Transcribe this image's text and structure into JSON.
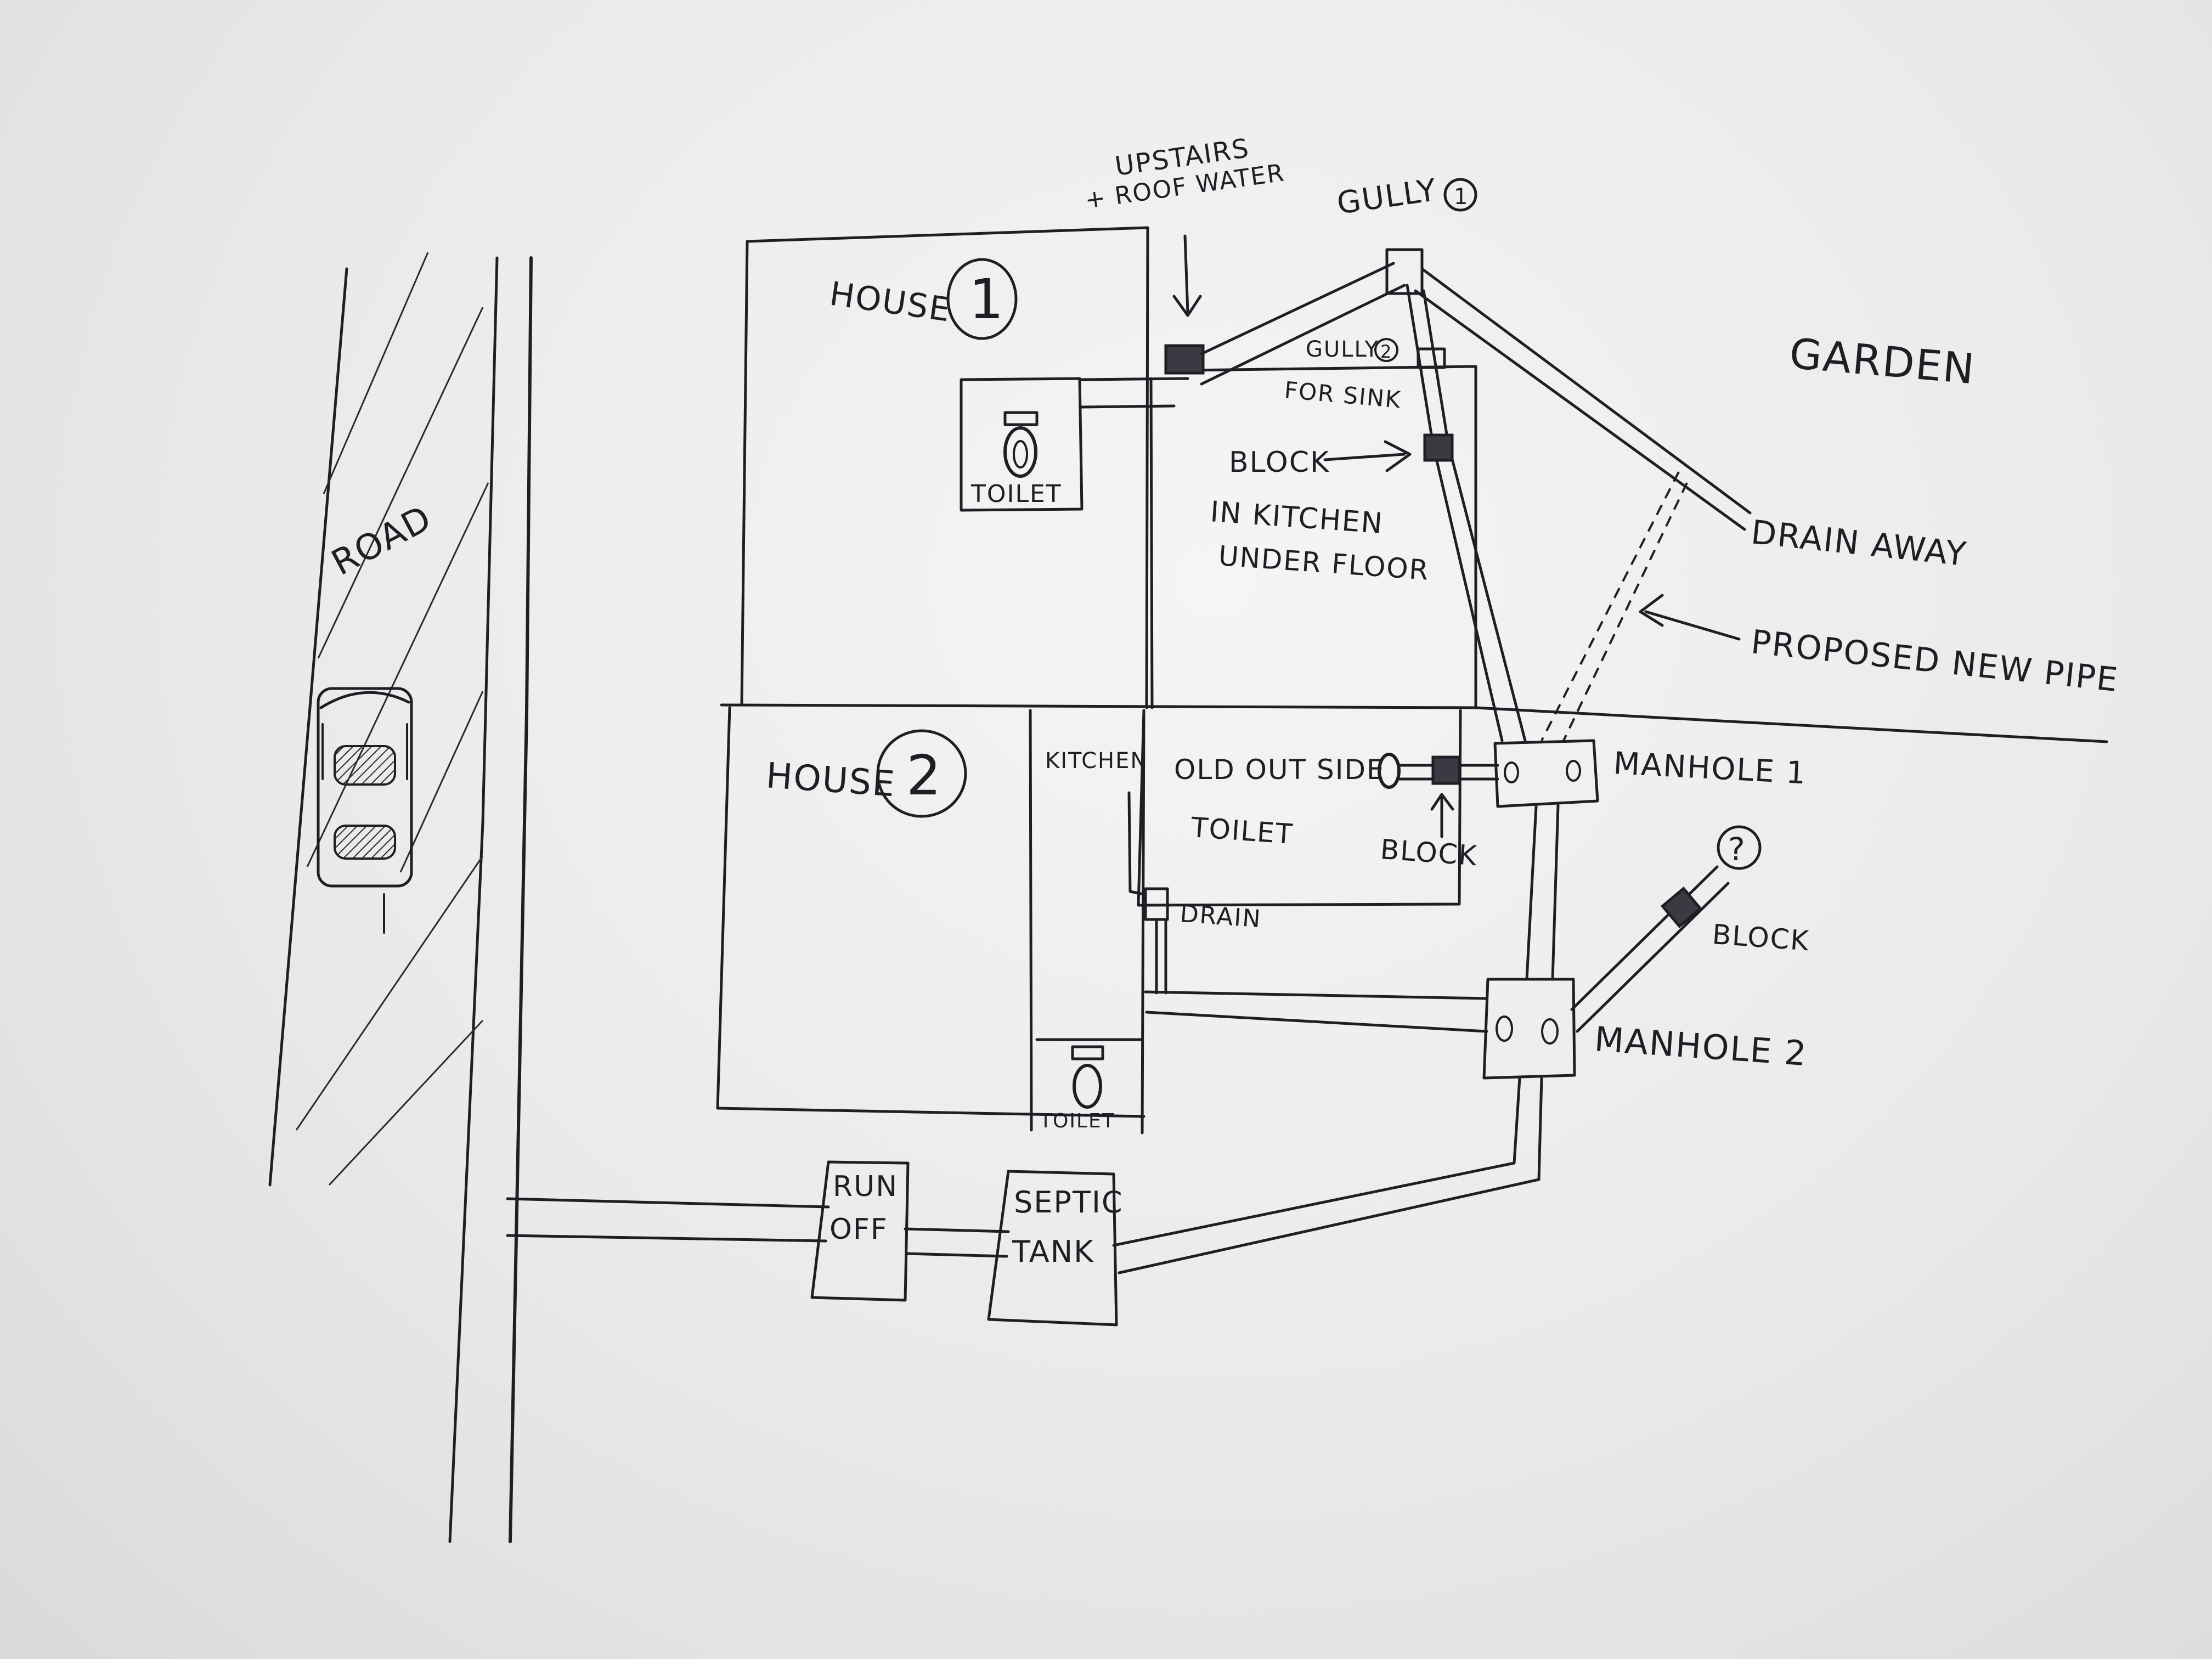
{
  "labels": {
    "upstairs_line1": "UPSTAIRS",
    "upstairs_line2": "+ ROOF WATER",
    "gully1": "GULLY",
    "gully1_num": "1",
    "garden": "GARDEN",
    "house1": "HOUSE",
    "house1_num": "1",
    "gully2_line1": "GULLY",
    "gully2_num": "2",
    "gully2_line2": "FOR SINK",
    "toilet1": "TOILET",
    "block_kitchen_line1": "BLOCK",
    "block_kitchen_line2": "IN KITCHEN",
    "block_kitchen_line3": "UNDER FLOOR",
    "drain_away": "DRAIN AWAY",
    "proposed_new_pipe": "PROPOSED  NEW PIPE",
    "road": "ROAD",
    "house2": "HOUSE",
    "house2_num": "2",
    "kitchen": "KITCHEN",
    "old_outside_toilet_line1": "OLD  OUT SIDE",
    "old_outside_toilet_line2": "TOILET",
    "block_toilet": "BLOCK",
    "manhole1": "MANHOLE 1",
    "question": "?",
    "block_manhole2": "BLOCK",
    "drain": "DRAIN",
    "manhole2": "MANHOLE 2",
    "toilet2": "TOILET",
    "run_off_line1": "RUN",
    "run_off_line2": "OFF",
    "septic_line1": "SEPTIC",
    "septic_line2": "TANK"
  },
  "colors": {
    "ink": "#1e1e24",
    "paper": "#eceded"
  }
}
